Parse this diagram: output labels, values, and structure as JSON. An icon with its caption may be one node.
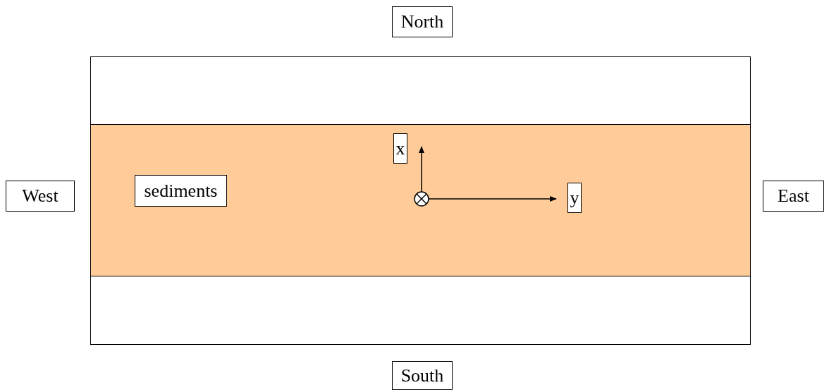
{
  "diagram": {
    "nodes": [
      {
        "text": [
          "North"
        ]
      },
      {
        "text": [
          "West"
        ]
      },
      {
        "text": [
          "East"
        ]
      },
      {
        "text": [],
        "shape": "box"
      },
      {
        "text": [],
        "shape": "box",
        "in": 3
      },
      {
        "text": [
          "sediments"
        ],
        "in": 4
      },
      {
        "text": [
          "x"
        ],
        "in": 4
      },
      {
        "text": [
          "y"
        ],
        "in": 4
      },
      {
        "text": [
          "South"
        ]
      }
    ],
    "edges": []
  }
}
